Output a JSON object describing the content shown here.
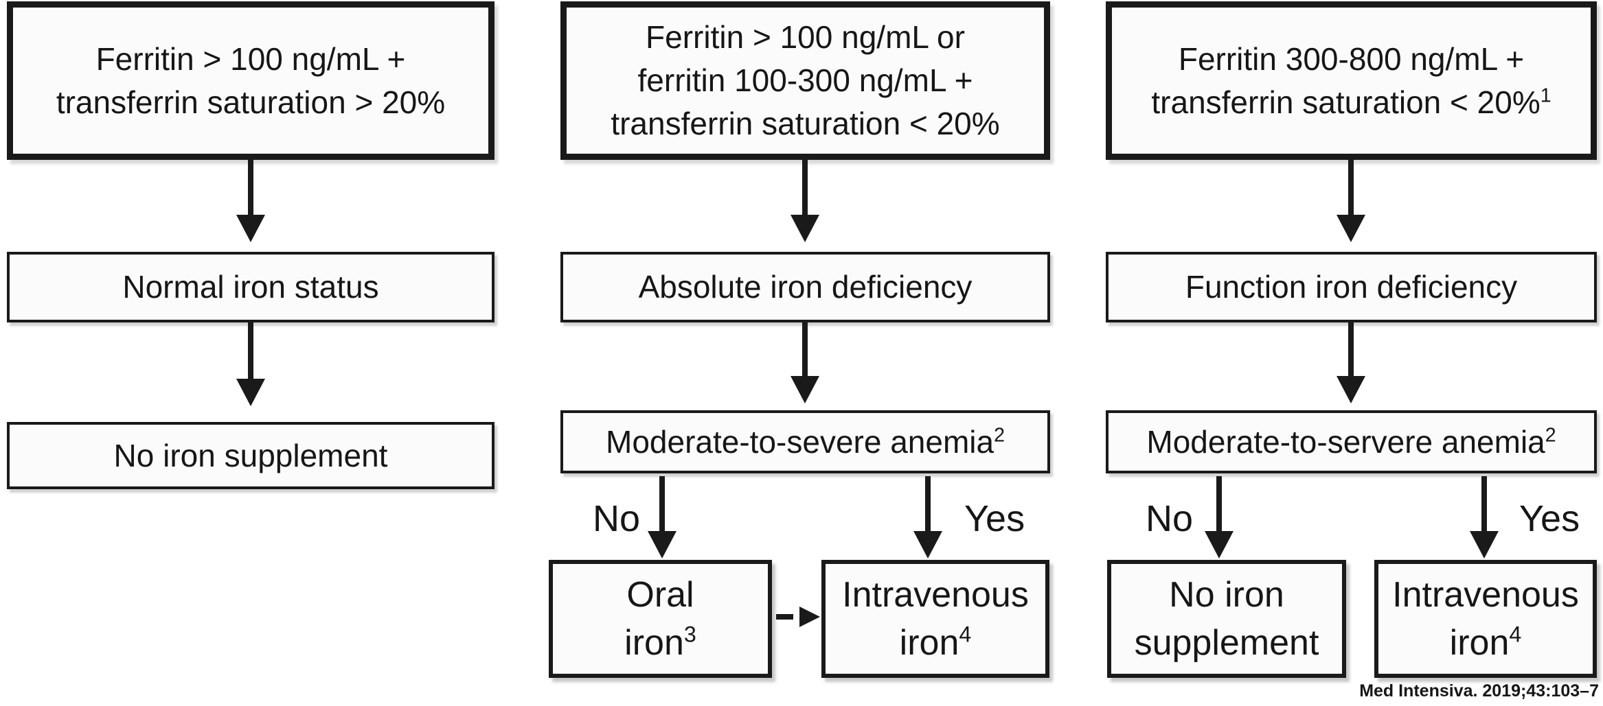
{
  "citation": "Med Intensiva. 2019;43:103–7",
  "labels": {
    "no": "No",
    "yes": "Yes"
  },
  "col1": {
    "criteria": {
      "line1": "Ferritin > 100 ng/mL +",
      "line2": "transferrin saturation > 20%"
    },
    "status": "Normal iron status",
    "outcome": "No iron supplement"
  },
  "col2": {
    "criteria": {
      "line1": "Ferritin > 100 ng/mL or",
      "line2": "ferritin 100-300 ng/mL +",
      "line3": "transferrin saturation < 20%"
    },
    "status": "Absolute iron deficiency",
    "decision": {
      "text": "Moderate-to-severe anemia",
      "sup": "2"
    },
    "no_outcome": {
      "line1": "Oral",
      "line2": "iron",
      "sup": "3"
    },
    "yes_outcome": {
      "line1": "Intravenous",
      "line2": "iron",
      "sup": "4"
    }
  },
  "col3": {
    "criteria": {
      "line1": "Ferritin 300-800 ng/mL +",
      "line2": "transferrin saturation < 20%",
      "sup": "1"
    },
    "status": "Function iron deficiency",
    "decision": {
      "text": "Moderate-to-servere anemia",
      "sup": "2"
    },
    "no_outcome": {
      "line1": "No iron",
      "line2": "supplement"
    },
    "yes_outcome": {
      "line1": "Intravenous",
      "line2": "iron",
      "sup": "4"
    }
  }
}
